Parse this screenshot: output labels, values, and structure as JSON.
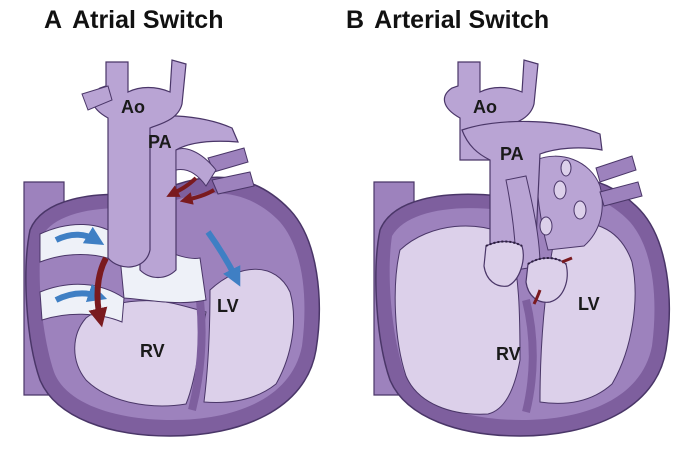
{
  "panels": [
    {
      "letter": "A",
      "title": "Atrial Switch",
      "labels": {
        "aorta": "Ao",
        "pulmonary_artery": "PA",
        "left_ventricle": "LV",
        "right_ventricle": "RV"
      }
    },
    {
      "letter": "B",
      "title": "Arterial Switch",
      "labels": {
        "aorta": "Ao",
        "pulmonary_artery": "PA",
        "left_ventricle": "LV",
        "right_ventricle": "RV"
      }
    }
  ],
  "colors": {
    "outer_wall": "#7e5f9e",
    "mid_wall": "#9d82bd",
    "vessel": "#b9a4d4",
    "chamber": "#dcd0ea",
    "atrium_channel": "#eef1f8",
    "outline": "#4a3668",
    "blue_arrow": "#3f7fc4",
    "red_arrow": "#7a1a1f"
  }
}
